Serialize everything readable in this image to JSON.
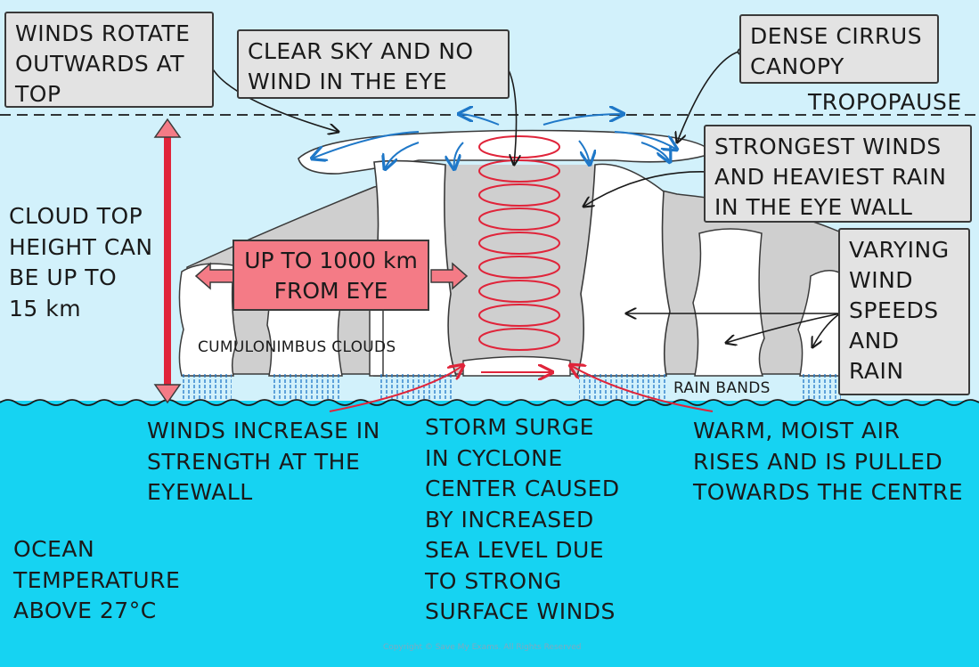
{
  "labels": {
    "winds_rotate": "WINDS ROTATE\nOUTWARDS AT\nTOP",
    "clear_sky": "CLEAR SKY AND NO\nWIND IN THE EYE",
    "dense_cirrus": "DENSE CIRRUS\nCANOPY",
    "tropopause": "TROPOPAUSE",
    "strongest_winds": "STRONGEST WINDS\nAND HEAVIEST RAIN\nIN THE EYE WALL",
    "cloud_top": "CLOUD TOP\nHEIGHT CAN\nBE UP TO\n15 km",
    "up_to": "UP TO 1000 km\nFROM EYE",
    "varying": "VARYING\nWIND\nSPEEDS\nAND\nRAIN",
    "cumulonimbus": "CUMULONIMBUS CLOUDS",
    "rain_bands": "RAIN BANDS",
    "winds_increase": "WINDS INCREASE IN\nSTRENGTH AT THE\nEYEWALL",
    "storm_surge": "STORM SURGE\nIN CYCLONE\nCENTER CAUSED\nBY INCREASED\nSEA LEVEL DUE\nTO STRONG\nSURFACE WINDS",
    "warm_moist": "WARM, MOIST AIR\nRISES AND IS PULLED\nTOWARDS THE CENTRE",
    "ocean_temp": "OCEAN\nTEMPERATURE\nABOVE 27°C",
    "copyright": "Copyright © Save My Exams. All Rights Reserved"
  },
  "colors": {
    "sky": "#d2f1fb",
    "ocean": "#16d3f2",
    "cloud": "#ffffff",
    "cloud_shade": "#cfcfcf",
    "red": "#e0243a",
    "blue": "#1f78c8",
    "pink_box": "#f47b86",
    "label_box": "#e3e3e3",
    "rain": "#1f78c8"
  }
}
